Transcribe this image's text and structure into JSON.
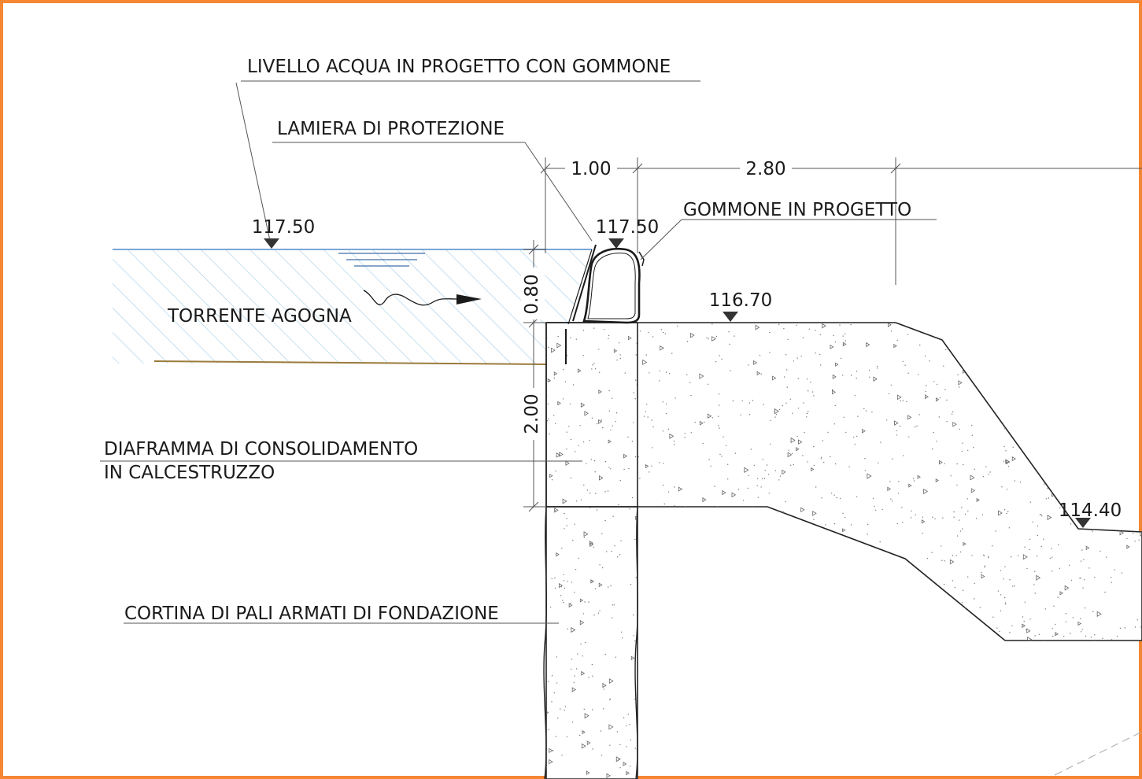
{
  "colors": {
    "frame": "#f58634",
    "water_line": "#7aa7d6",
    "water_hatch": "#a9cfe8",
    "riverbed": "#9a7b3c",
    "concrete_outline": "#222222",
    "ink": "#1a1a1a"
  },
  "labels": {
    "water_level": "LIVELLO ACQUA IN PROGETTO CON GOMMONE",
    "protection_plate": "LAMIERA DI PROTEZIONE",
    "rubber_dam": "GOMMONE IN PROGETTO",
    "stream": "TORRENTE AGOGNA",
    "diaphragm_line1": "DIAFRAMMA DI CONSOLIDAMENTO",
    "diaphragm_line2": "IN CALCESTRUZZO",
    "piles": "CORTINA DI PALI ARMATI DI FONDAZIONE"
  },
  "elevations": {
    "water_level": "117.50",
    "rubber_dam_top": "117.50",
    "weir_crest": "116.70",
    "downstream": "114.40"
  },
  "dimensions": {
    "horizontal_1": "1.00",
    "horizontal_2": "2.80",
    "vertical_1": "0.80",
    "vertical_2": "2.00"
  },
  "icons": {
    "elevation_marker": "triangle-elevation-icon",
    "flow_direction": "flow-arrow-icon"
  }
}
